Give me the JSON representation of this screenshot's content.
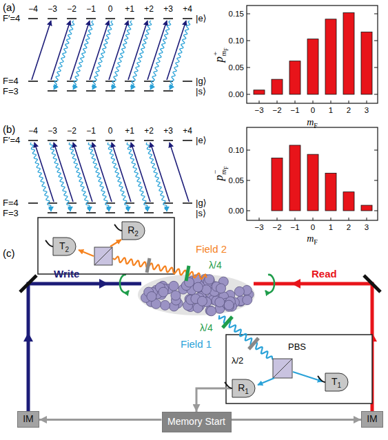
{
  "diagram": {
    "nodes": [
      {
        "text": [
          "T",
          "2"
        ]
      },
      {
        "text": [
          "R",
          "2"
        ]
      },
      {
        "text": [
          "R",
          "1"
        ]
      },
      {
        "text": [
          "T",
          "1"
        ]
      },
      {
        "text": [
          "IM"
        ]
      },
      {
        "text": [
          "Memory Start"
        ]
      },
      {
        "text": [
          "IM"
        ]
      }
    ],
    "edges": [
      {
        "from": 5,
        "to": 4,
        "arrow": "to"
      },
      {
        "from": 5,
        "to": 6,
        "arrow": "to"
      },
      {
        "from": 2,
        "to": 5,
        "arrow": "to"
      }
    ],
    "labels": [
      "(a)",
      "F′=4",
      "−4",
      "−3",
      "−2",
      "−1",
      "0",
      "+1",
      "+2",
      "+3",
      "+4",
      "|e⟩",
      "F=4",
      "|g⟩",
      "F=3",
      "|s⟩",
      "p",
      "+",
      "m",
      "F",
      "0.00",
      "0.05",
      "0.10",
      "0.15",
      "−3",
      "−2",
      "−1",
      "0",
      "1",
      "2",
      "3",
      "m",
      "F",
      "(b)",
      "F′=4",
      "−4",
      "−3",
      "−2",
      "−1",
      "0",
      "+1",
      "+2",
      "+3",
      "+4",
      "|e⟩",
      "F=4",
      "|g⟩",
      "F=3",
      "|s⟩",
      "p",
      "−",
      "m",
      "F",
      "0.00",
      "0.05",
      "0.10",
      "−3",
      "−2",
      "−1",
      "0",
      "1",
      "2",
      "3",
      "m",
      "F",
      "(c)",
      "Field 2",
      "λ/4",
      "Write",
      "Read",
      "λ/4",
      "Field 1",
      "λ/2",
      "PBS"
    ]
  }
}
